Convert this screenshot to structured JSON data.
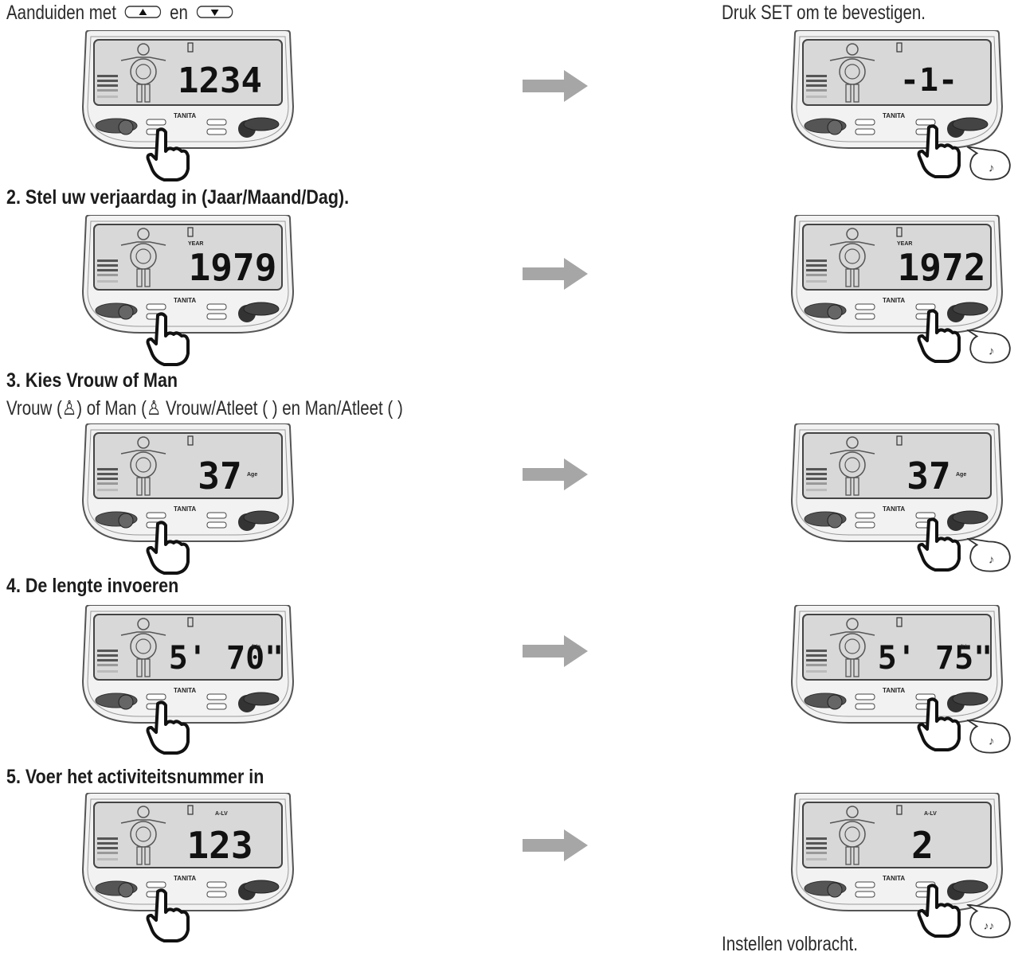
{
  "intro": {
    "text_before": "Aanduiden met",
    "text_mid": "en",
    "confirm": "Druk SET om te bevestigen."
  },
  "steps": [
    {
      "title": "",
      "left": {
        "number": "1234"
      },
      "right": {
        "number": "-1-"
      }
    },
    {
      "title": "2. Stel uw verjaardag in (Jaar/Maand/Dag).",
      "left": {
        "number": "1979",
        "label": "YEAR"
      },
      "right": {
        "number": "1972",
        "label": "YEAR"
      }
    },
    {
      "title": "3. Kies Vrouw of Man",
      "subtitle": "Vrouw (♙) of Man (♙ Vrouw/Atleet ( ) en Man/Atleet ( )",
      "left": {
        "number": "37",
        "label": "Age"
      },
      "right": {
        "number": "37",
        "label": "Age"
      }
    },
    {
      "title": "4. De lengte invoeren",
      "left": {
        "number": "5' 70\"",
        "label": "ft in"
      },
      "right": {
        "number": "5' 75\"",
        "label": "ft in"
      }
    },
    {
      "title": "5. Voer het activiteitsnummer in",
      "left": {
        "number": "123",
        "label": "A-LV"
      },
      "right": {
        "number": "2",
        "label": "A-LV"
      }
    }
  ],
  "device_brand": "TANITA",
  "footer": "Instellen volbracht.",
  "colors": {
    "arrow": "#a6a6a6",
    "lcd": "#d8d8d8",
    "outline": "#555555"
  }
}
